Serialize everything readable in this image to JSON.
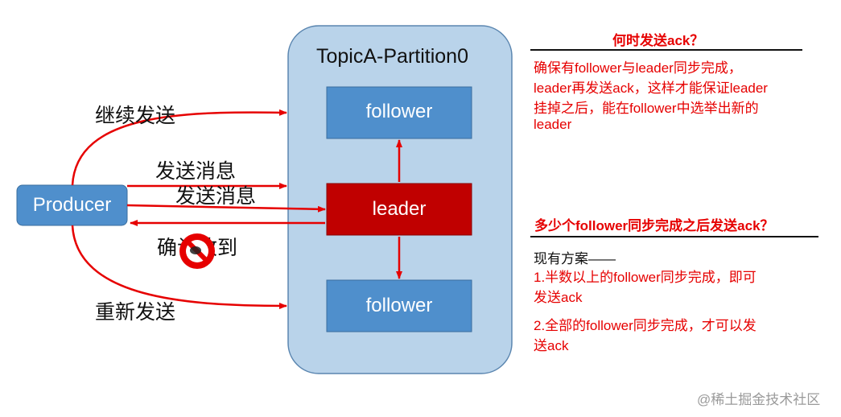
{
  "diagram": {
    "partition_title": "TopicA-Partition0",
    "producer_label": "Producer",
    "leader_label": "leader",
    "follower_top_label": "follower",
    "follower_bottom_label": "follower",
    "arrows": {
      "continue_send": "继续发送",
      "send_message_1": "发送消息",
      "send_message_2": "发送消息",
      "confirm_received": "确认收到",
      "resend": "重新发送"
    }
  },
  "notes": {
    "q1_title": "何时发送ack？",
    "q1_lines": [
      "确保有follower与leader同步完成，",
      "leader再发送ack，这样才能保证leader",
      "挂掉之后，能在follower中选举出新的",
      "leader"
    ],
    "q2_title": "多少个follower同步完成之后发送ack？",
    "q2_intro": "现有方案——",
    "q2_option1_lines": [
      "1.半数以上的follower同步完成，即可",
      "发送ack"
    ],
    "q2_option2_lines": [
      "2.全部的follower同步完成，才可以发",
      "送ack"
    ]
  },
  "watermark": "@稀土掘金技术社区",
  "colors": {
    "partition_fill": "#b9d3ea",
    "partition_stroke": "#5b86b0",
    "blue_box": "#4f8fcc",
    "leader_box": "#c00000",
    "arrow_red": "#e60000",
    "note_red": "#e60000"
  }
}
